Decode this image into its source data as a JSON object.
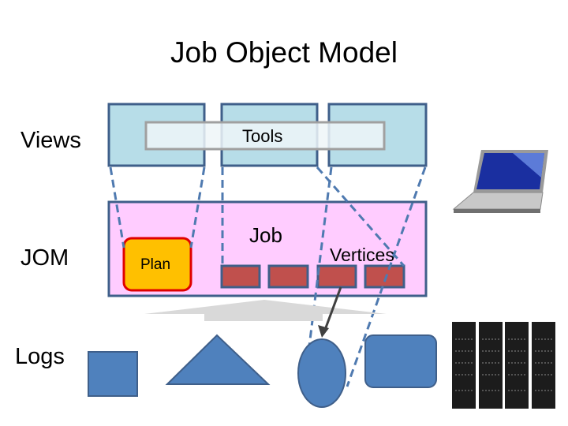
{
  "title": "Job Object Model",
  "row_labels": {
    "views": "Views",
    "jom": "JOM",
    "logs": "Logs"
  },
  "boxes": {
    "tools": "Tools",
    "job": "Job",
    "plan": "Plan",
    "vertices": "Vertices"
  },
  "icons": {
    "client": "laptop-icon",
    "cluster": "server-rack-icon"
  },
  "colors": {
    "view_fill": "#b7dde8",
    "border": "#3f5f8a",
    "jom_fill": "#ffccff",
    "plan_fill": "#ffc000",
    "plan_border": "#e00000",
    "vertex_fill": "#c0504d",
    "log_fill": "#4f81bd",
    "dash": "#4f7ab0"
  }
}
